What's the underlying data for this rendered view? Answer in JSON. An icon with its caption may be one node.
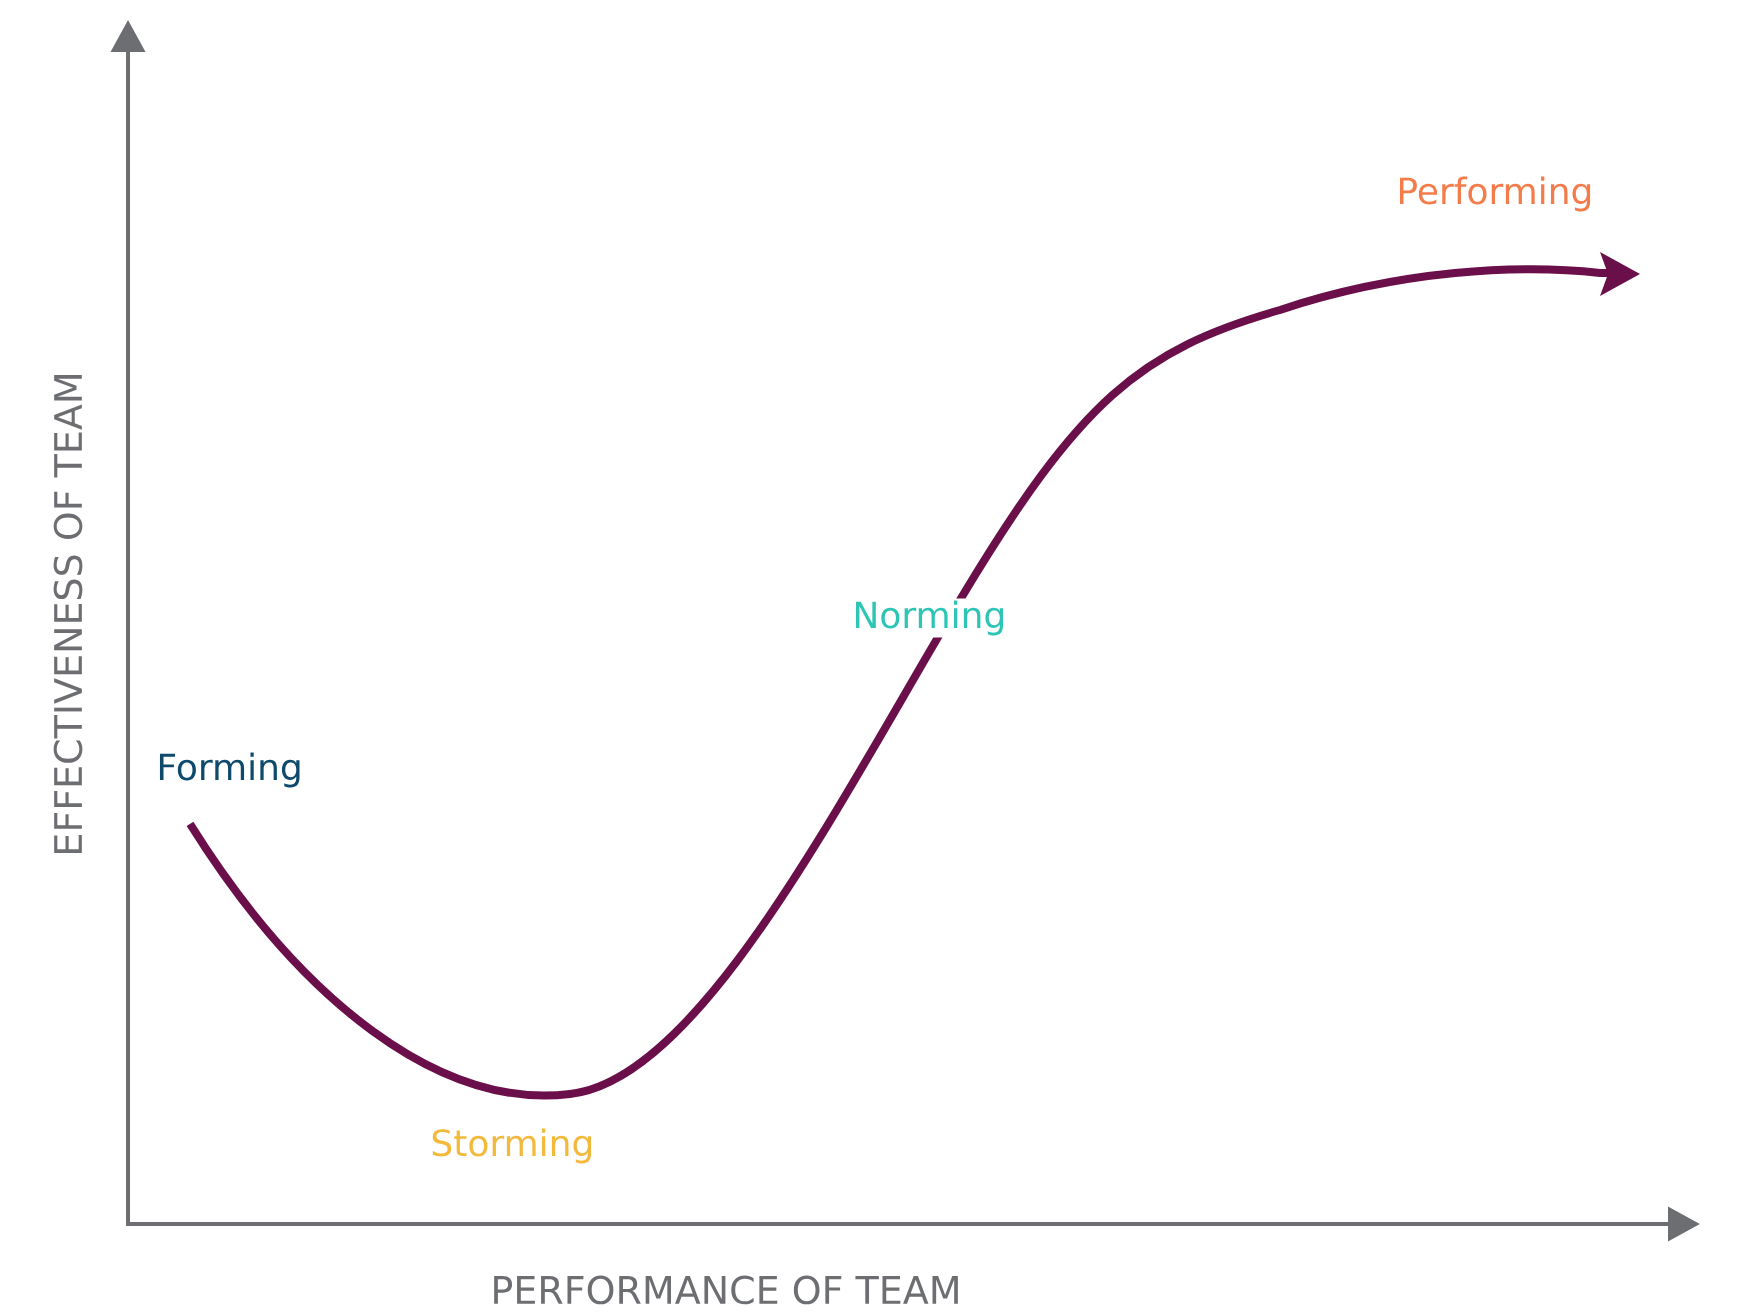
{
  "diagram": {
    "labels": [
      "Performing",
      "Norming",
      "Forming",
      "EFFECTIVENESS OF TEAM",
      "Storming",
      "PERFORMANCE OF TEAM"
    ]
  }
}
